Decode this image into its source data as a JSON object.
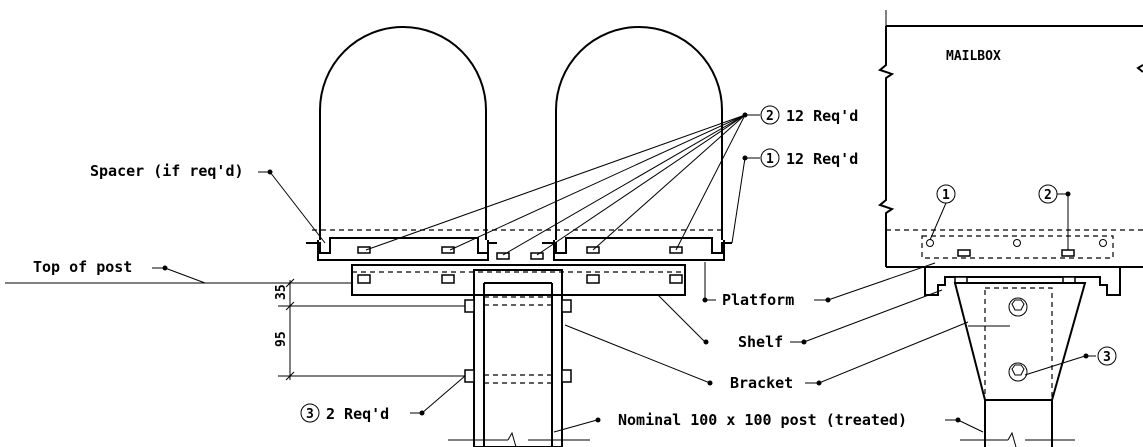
{
  "labels": {
    "spacer": "Spacer (if req'd)",
    "top_of_post": "Top of post",
    "item2_qty": "12  Req'd",
    "item1_qty": "12  Req'd",
    "platform": "Platform",
    "shelf": "Shelf",
    "bracket": "Bracket",
    "item3_qty": "2  Req'd",
    "post": "Nominal 100 x 100 post (treated)",
    "mailbox": "MAILBOX"
  },
  "callouts": {
    "one": "1",
    "two": "2",
    "three": "3"
  },
  "dimensions": {
    "upper": "35",
    "lower": "95"
  }
}
